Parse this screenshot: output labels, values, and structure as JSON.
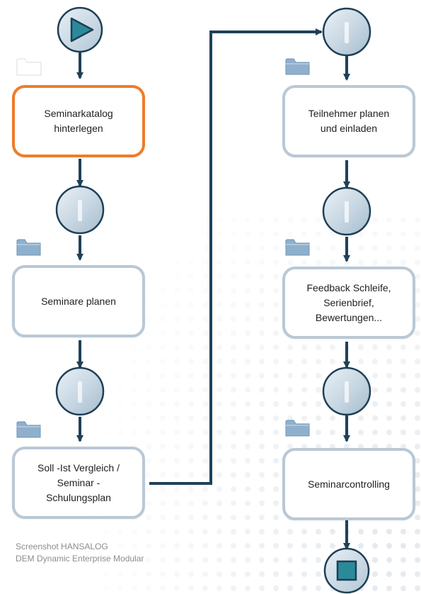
{
  "steps": [
    {
      "label": "Seminarkatalog\nhinterlegen",
      "active": true
    },
    {
      "label": "Seminare planen",
      "active": false
    },
    {
      "label": "Soll -Ist Vergleich /\nSeminar -\nSchulungsplan",
      "active": false
    },
    {
      "label": "Teilnehmer planen\nund einladen",
      "active": false
    },
    {
      "label": "Feedback Schleife,\nSerienbrief,\nBewertungen...",
      "active": false
    },
    {
      "label": "Seminarcontrolling",
      "active": false
    }
  ],
  "caption": {
    "line1": "Screenshot HANSALOG",
    "line2": "DEM  Dynamic Enterprise Modular"
  },
  "icons": {
    "start": "play-icon",
    "end": "stop-icon",
    "event": "event-circle-icon",
    "document": "folder-icon"
  },
  "colors": {
    "arrow": "#1f4159",
    "box_border": "#b9c8d6",
    "active_border": "#ef7c2a",
    "circle_fill": "#c9d9e4",
    "circle_stroke": "#1e3f55",
    "start_end_fill": "#2b8a9a",
    "folder": "#8fb0cd"
  }
}
